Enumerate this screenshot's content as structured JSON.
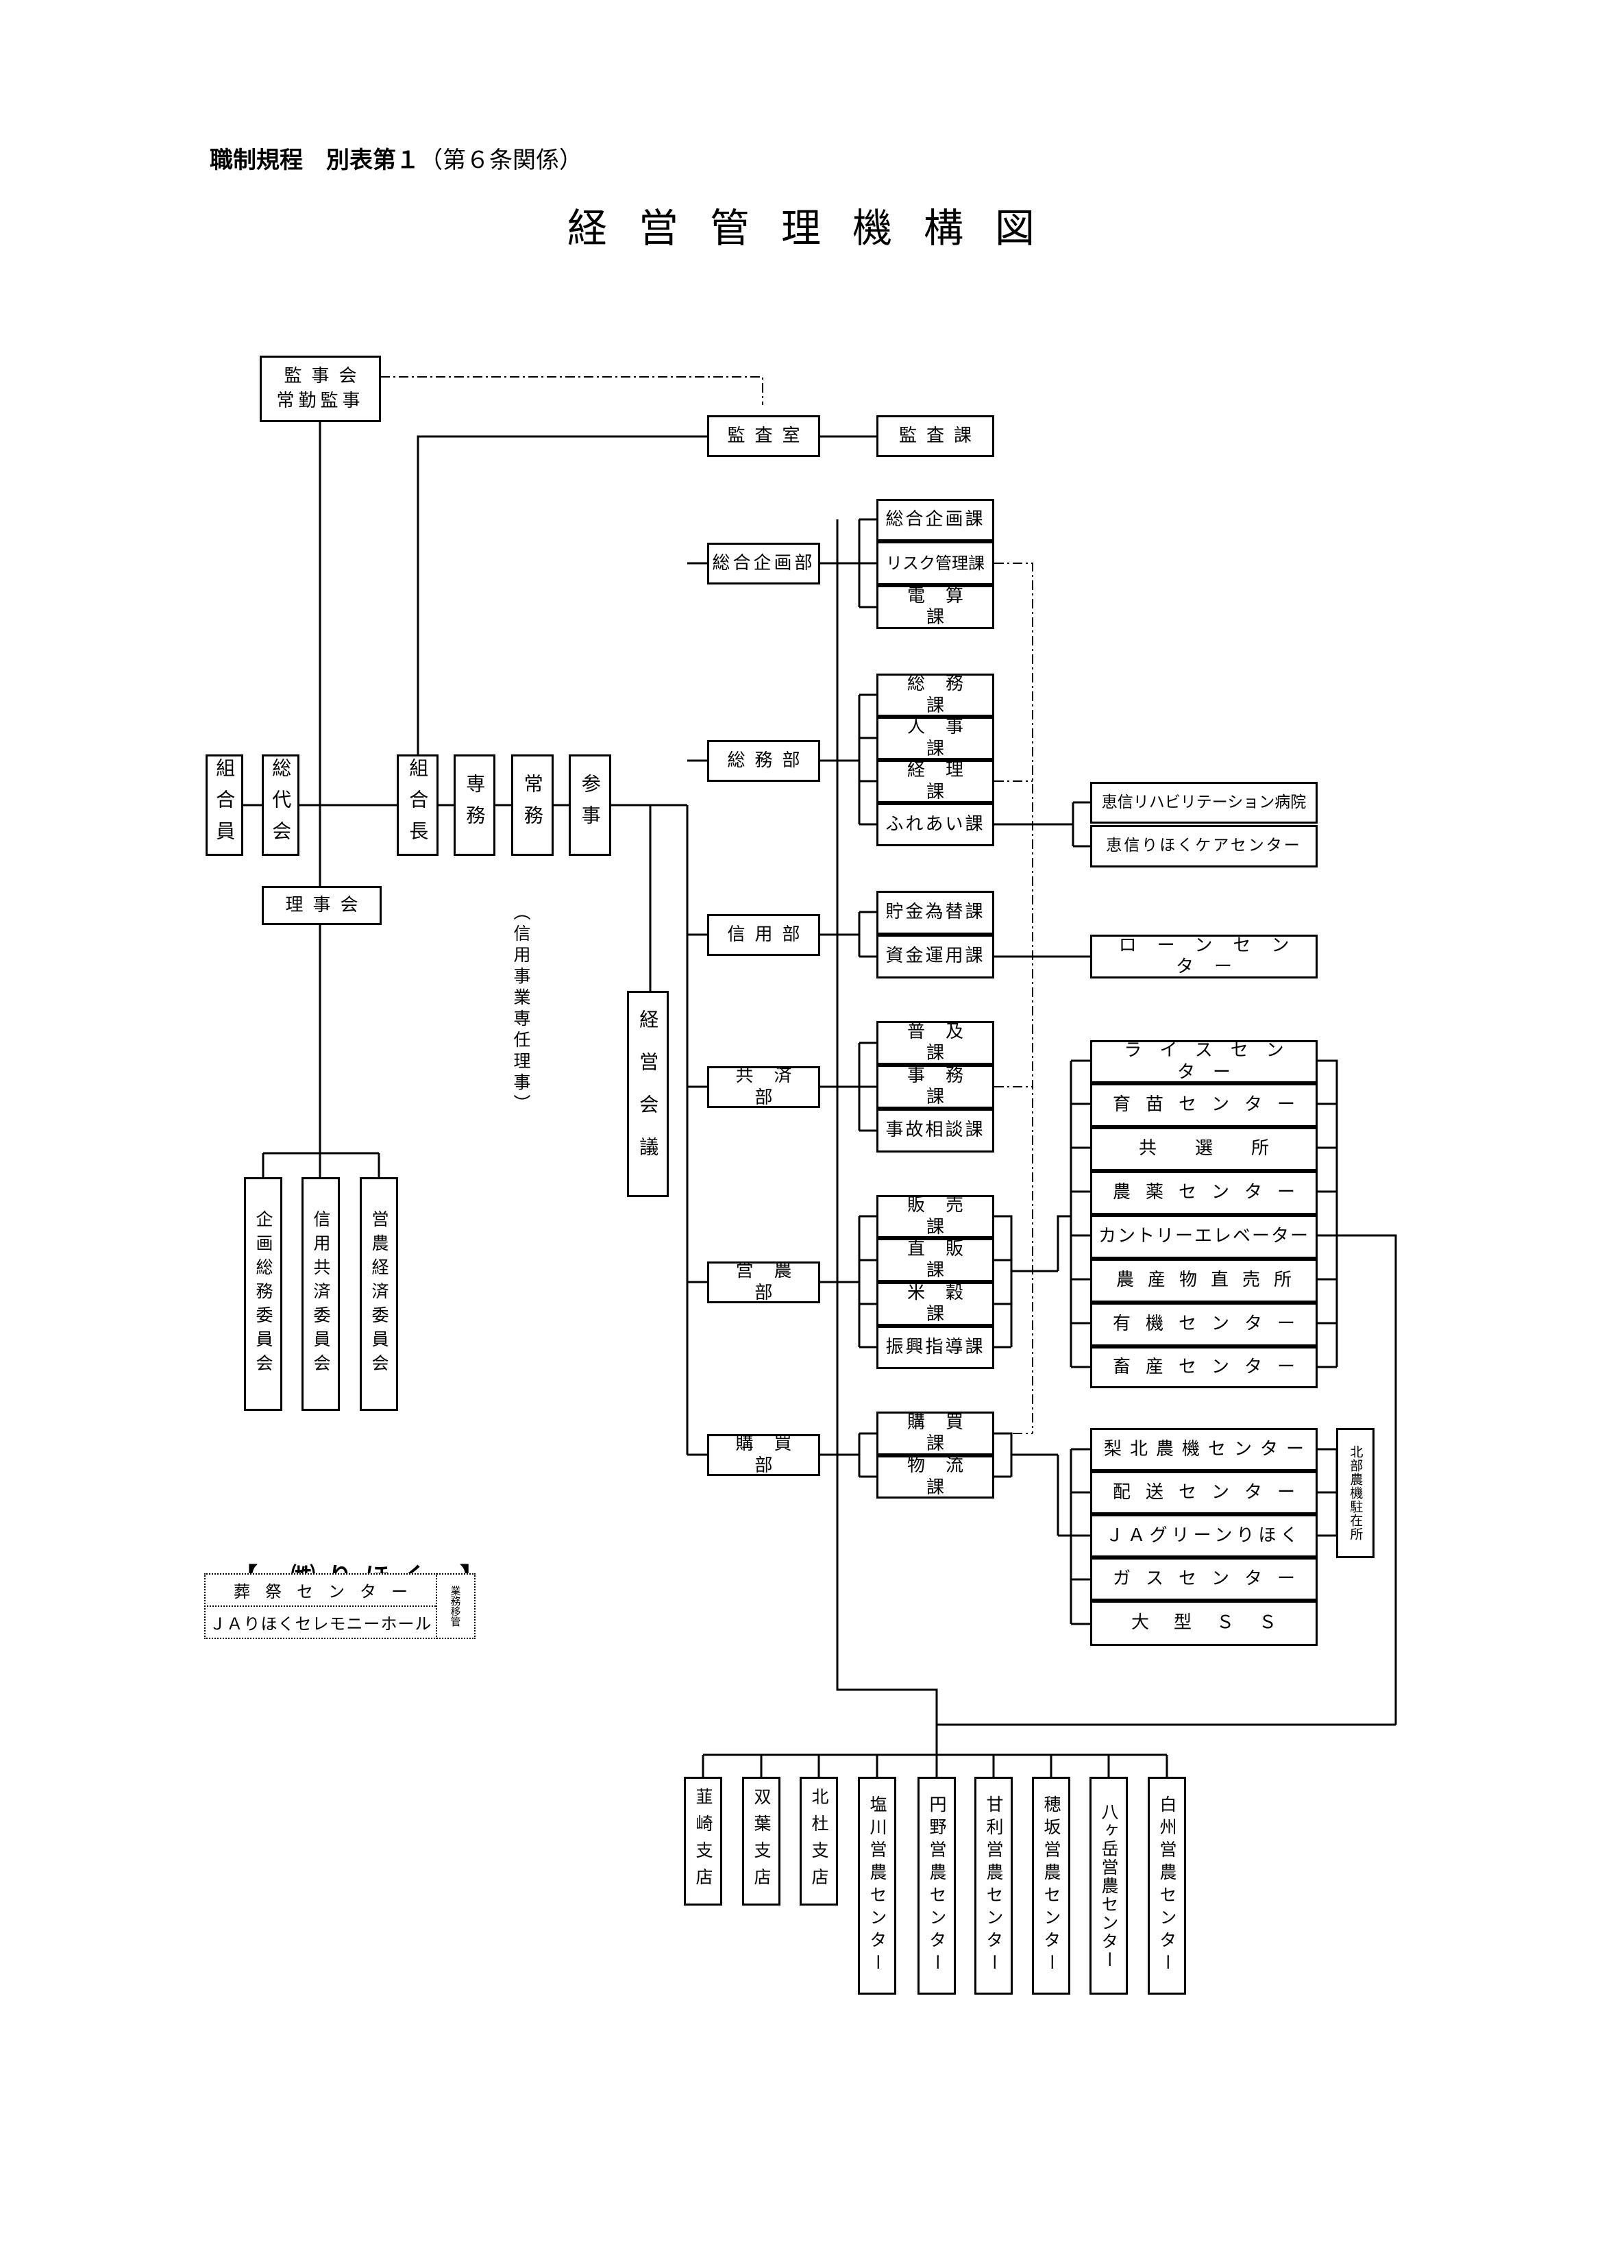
{
  "header": {
    "bold": "職制規程　別表第１",
    "rest": "（第６条関係）"
  },
  "title": "経営管理機構図",
  "governance": {
    "kanjikai_line1": "監事会",
    "kanjikai_line2": "常勤監事",
    "kumiaiin": "組合員",
    "soudaikai": "総代会",
    "rijikai": "理事会",
    "kumiaicho": "組合長",
    "senmu": "専務",
    "joumu": "常務",
    "sanji": "参事",
    "note": "（信用事業専任理事）",
    "keiei_kaigi": "経営会議"
  },
  "committees": [
    {
      "label": "企画総務委員会"
    },
    {
      "label": "信用共済委員会"
    },
    {
      "label": "営農経済委員会"
    }
  ],
  "audit": {
    "office": "監査室",
    "section": "監査課"
  },
  "departments": [
    {
      "label": "総合企画部",
      "sections": [
        "総合企画課",
        "リスク管理課",
        "電算課"
      ]
    },
    {
      "label": "総務部",
      "sections": [
        "総務課",
        "人事課",
        "経理課",
        "ふれあい課"
      ]
    },
    {
      "label": "信用部",
      "sections": [
        "貯金為替課",
        "資金運用課"
      ]
    },
    {
      "label": "共済部",
      "sections": [
        "普及課",
        "事務課",
        "事故相談課"
      ]
    },
    {
      "label": "営農部",
      "sections": [
        "販売課",
        "直販課",
        "米穀課",
        "振興指導課"
      ]
    },
    {
      "label": "購買部",
      "sections": [
        "購買課",
        "物流課"
      ]
    }
  ],
  "centers": {
    "fureai": [
      "恵信リハビリテーション病院",
      "恵信りほくケアセンター"
    ],
    "loan": "ローンセンター",
    "einou": [
      "ライスセンター",
      "育苗センター",
      "共選所",
      "農薬センター",
      "カントリーエレベーター",
      "農産物直売所",
      "有機センター",
      "畜産センター"
    ],
    "kobai": [
      "梨北農機センター",
      "配送センター",
      "ＪＡグリーンりほく",
      "ガスセンター",
      "大型ＳＳ"
    ],
    "hokubu": "北部農機駐在所"
  },
  "branches": [
    "韮崎支店",
    "双葉支店",
    "北杜支店",
    "塩川営農センター",
    "円野営農センター",
    "甘利営農センター",
    "穂坂営農センター",
    "八ヶ岳営農センター",
    "白州営農センター"
  ],
  "subsidiary": {
    "title": "【 ㈱りほく 】",
    "rows": [
      "葬祭センター",
      "ＪＡりほくセレモニーホール"
    ],
    "side": "業務移管"
  }
}
